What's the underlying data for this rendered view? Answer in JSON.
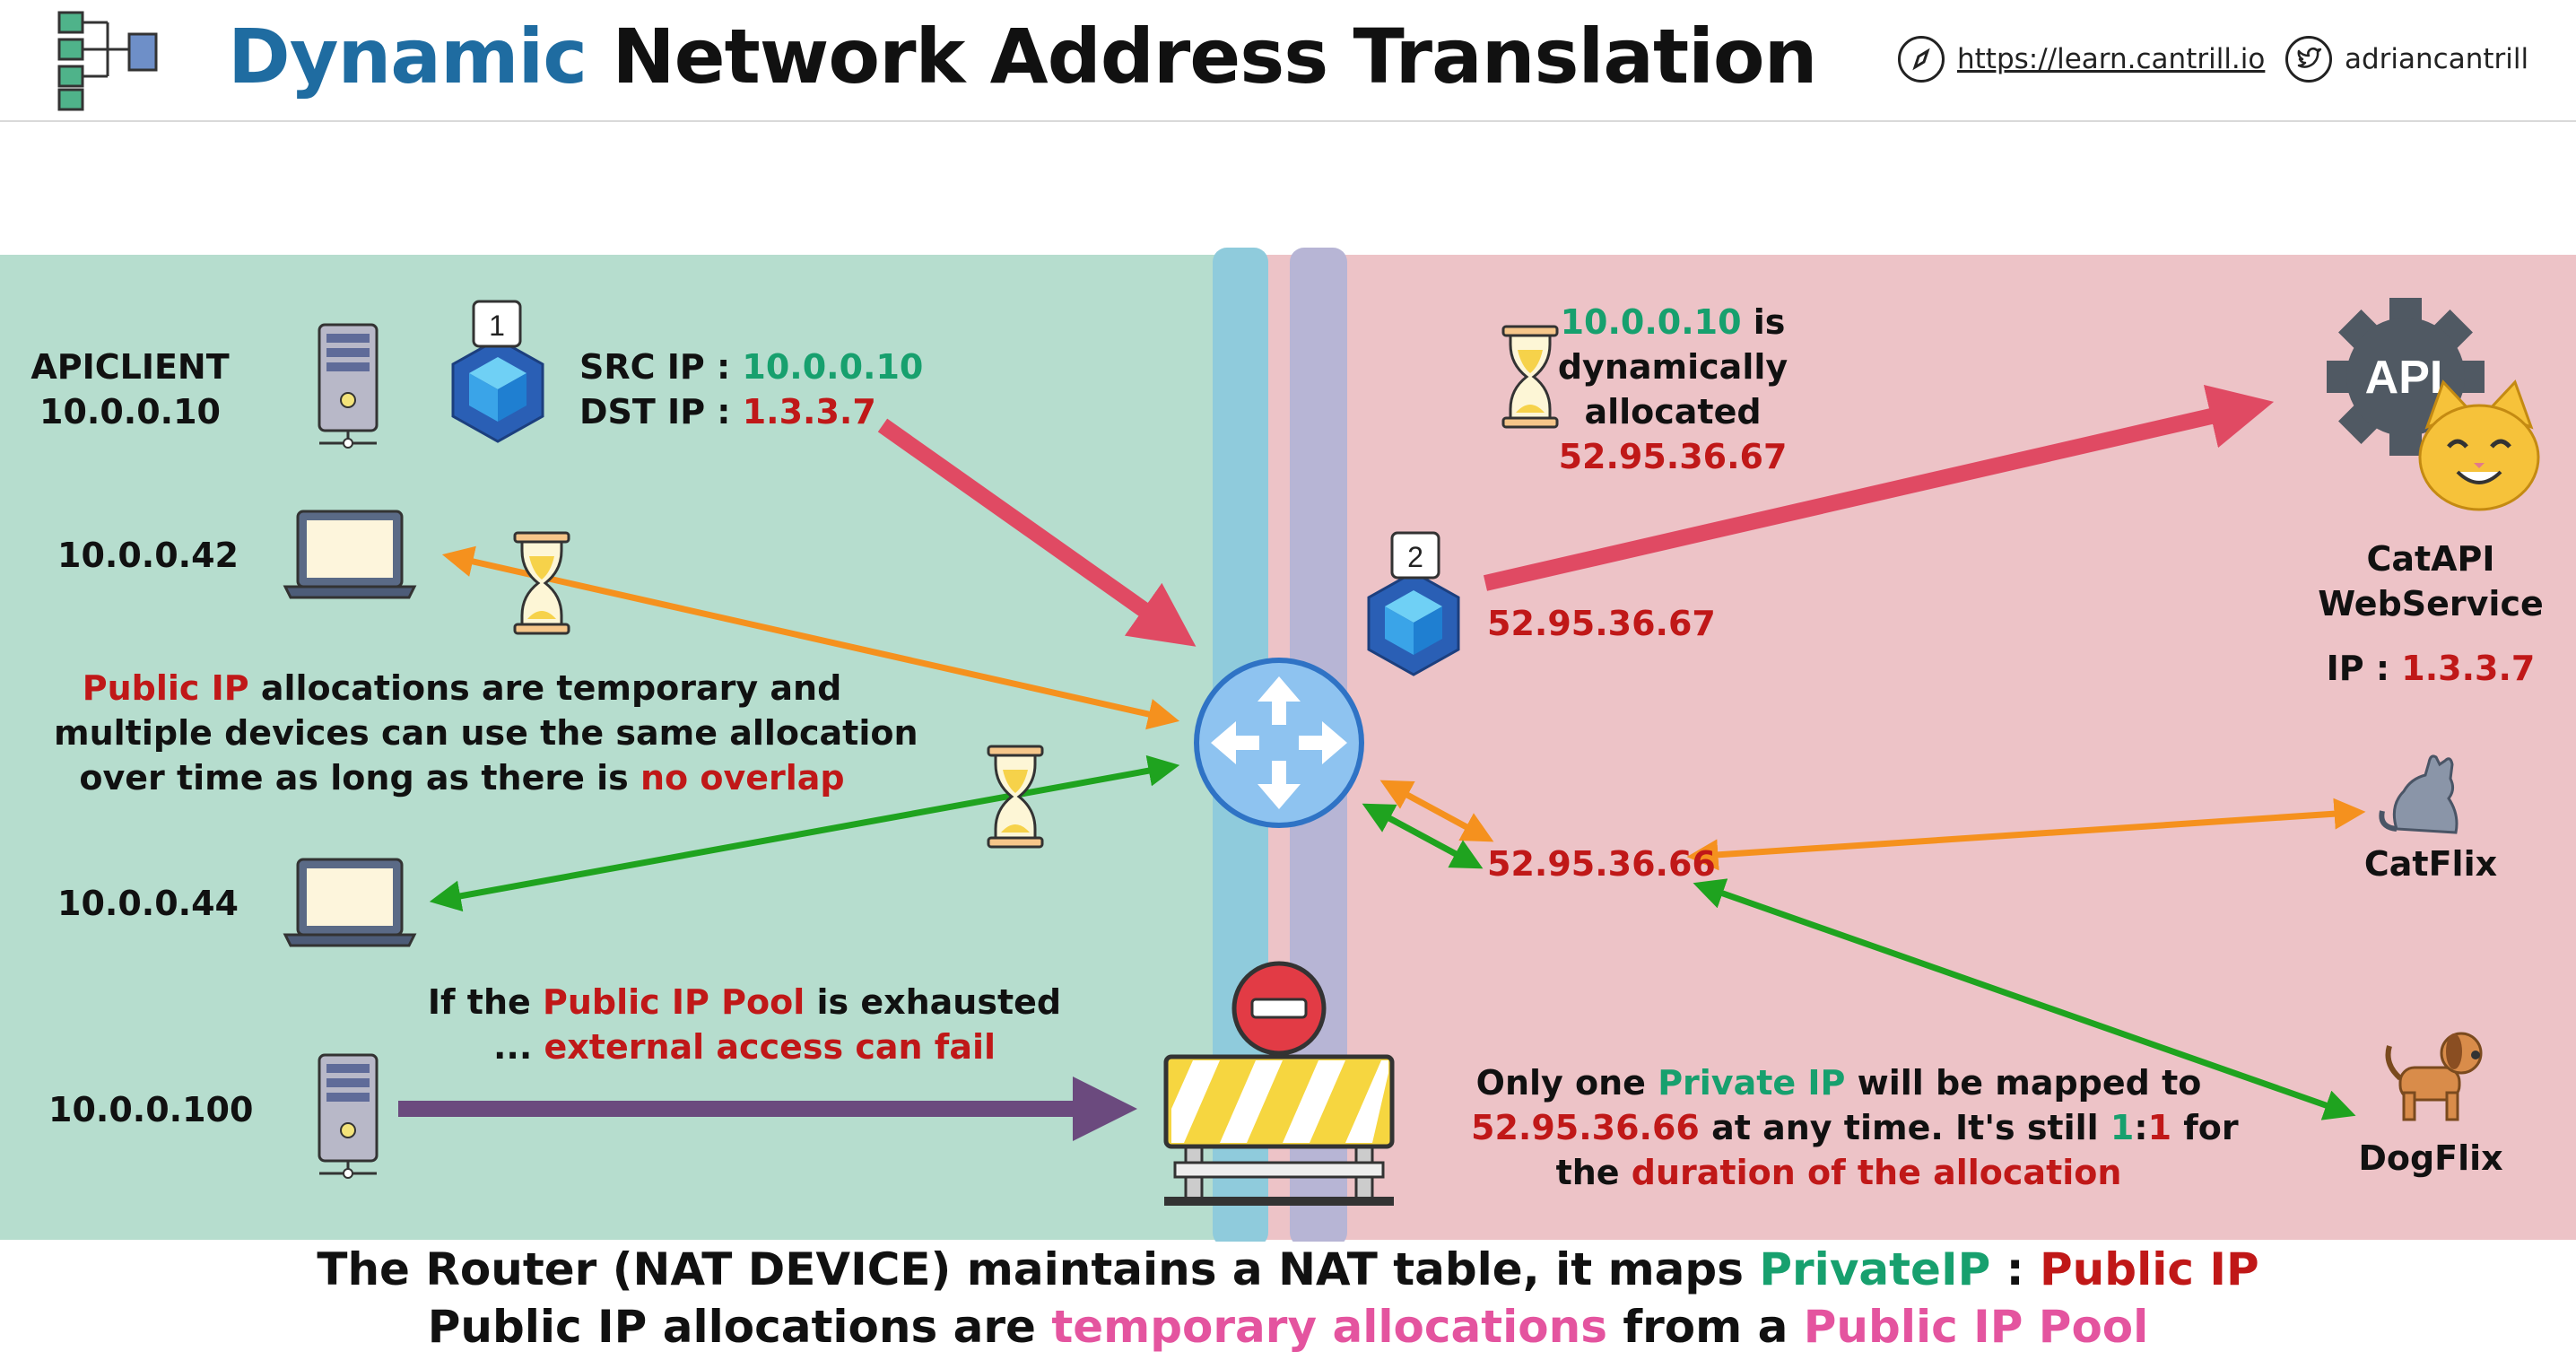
{
  "header": {
    "title_part1": "Dynamic",
    "title_part2": " Network Address Translation",
    "url": "https://learn.cantrill.io",
    "twitter": "adriancantrill",
    "url_icon": "compass-icon",
    "twitter_icon": "twitter-bird-icon"
  },
  "colors": {
    "private_green": "#17a06e",
    "public_red": "#c01818",
    "pink": "#e4549f",
    "title_blue": "#1f6ca1",
    "left_bg": "#b6ddce",
    "right_bg": "#edc3c7"
  },
  "left": {
    "apiclient_name": "APICLIENT",
    "apiclient_ip": "10.0.0.10",
    "laptop1_ip": "10.0.0.42",
    "laptop2_ip": "10.0.0.44",
    "server2_ip": "10.0.0.100",
    "packet1_badge": "1",
    "src_label": "SRC IP : ",
    "src_value": "10.0.0.10",
    "dst_label": "DST IP : ",
    "dst_value": "1.3.3.7",
    "note_public_ip": "Public IP",
    "note_line1_rest": " allocations are temporary and",
    "note_line2": "multiple devices can use the same allocation",
    "note_line3_start": "over time as long as there is ",
    "note_overlap": "no overlap",
    "pool_line1_start": "If the ",
    "pool_highlight": "Public IP Pool",
    "pool_line1_end": " is exhausted",
    "pool_line2_start": "... ",
    "pool_line2_red": "external access can fail"
  },
  "right": {
    "alloc_ip": "10.0.0.10",
    "alloc_is": " is",
    "alloc_line2": "dynamically",
    "alloc_line3": "allocated",
    "alloc_public": "52.95.36.67",
    "packet2_badge": "2",
    "public_ip_67": "52.95.36.67",
    "public_ip_66": "52.95.36.66",
    "api_text": "API",
    "catapi_line1": "CatAPI",
    "catapi_line2": "WebService",
    "catapi_ip_label": "IP : ",
    "catapi_ip": "1.3.3.7",
    "catflix": "CatFlix",
    "dogflix": "DogFlix",
    "only_line1_start": "Only one ",
    "only_private": "Private IP",
    "only_line1_end": " will be mapped to",
    "only_line2_ip": "52.95.36.66",
    "only_line2_mid": " at any time. It's still ",
    "only_1a": "1",
    "only_colon": ":",
    "only_1b": "1",
    "only_line2_end": " for",
    "only_line3_start": "the ",
    "only_duration": "duration of the allocation"
  },
  "bottom": {
    "line1_start": "The Router (NAT DEVICE) maintains a NAT table, it maps ",
    "line1_private": "PrivateIP",
    "line1_sep": " : ",
    "line1_public": "Public IP",
    "line2_start": "Public IP allocations are ",
    "line2_temp": "temporary allocations",
    "line2_mid": " from a ",
    "line2_pool": "Public IP Pool"
  }
}
